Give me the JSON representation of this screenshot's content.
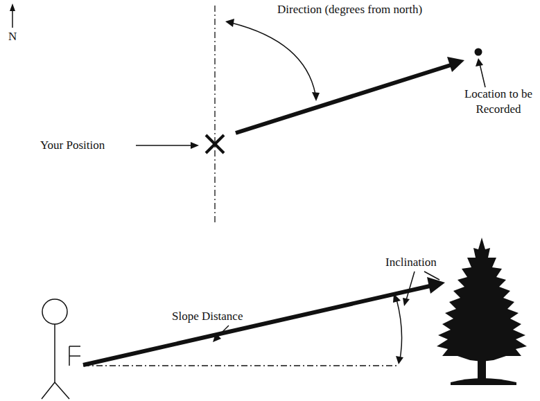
{
  "diagram": {
    "labels": [
      "N",
      "Direction (degrees from north)",
      "Your Position",
      "Location to be Recorded",
      "Slope Distance",
      "Inclination"
    ]
  }
}
